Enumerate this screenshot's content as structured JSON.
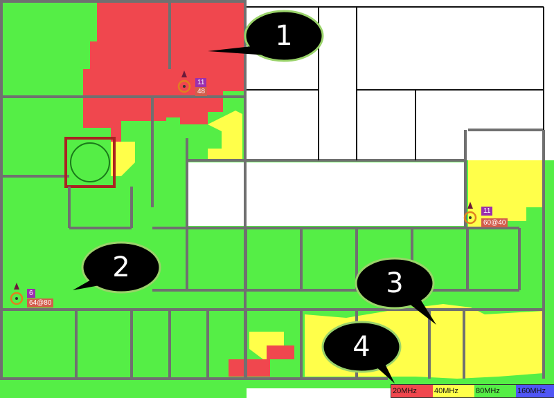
{
  "access_points": [
    {
      "channel": "11",
      "width": "48"
    },
    {
      "channel": "11",
      "width": "60@40"
    },
    {
      "channel": "6",
      "width": "64@80"
    }
  ],
  "callouts": [
    "1",
    "2",
    "3",
    "4"
  ],
  "legend": [
    {
      "label": "20MHz",
      "color": "#f0474e"
    },
    {
      "label": "40MHz",
      "color": "#ffff4a"
    },
    {
      "label": "80MHz",
      "color": "#55ee46"
    },
    {
      "label": "160MHz",
      "color": "#4f56f5"
    }
  ],
  "colors": {
    "green": "#55ee46",
    "red": "#f0474e",
    "yellow": "#ffff4a",
    "wall": "#707070"
  }
}
